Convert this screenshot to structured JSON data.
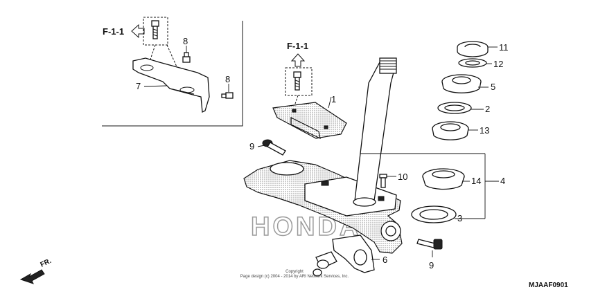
{
  "diagram": {
    "code": "MJAAF0901",
    "reference_top": "F-1-1",
    "reference_inset": "F-1-1",
    "direction": "FR.",
    "copyright_line1": "Copyright",
    "copyright_line2": "Page design (c) 2004 - 2014 by ARI Network Services, Inc.",
    "watermark": "HONDA"
  },
  "callouts": [
    {
      "id": "c1",
      "label": "1"
    },
    {
      "id": "c2",
      "label": "2"
    },
    {
      "id": "c3",
      "label": "3"
    },
    {
      "id": "c4",
      "label": "4"
    },
    {
      "id": "c5",
      "label": "5"
    },
    {
      "id": "c6",
      "label": "6"
    },
    {
      "id": "c7",
      "label": "7"
    },
    {
      "id": "c8a",
      "label": "8"
    },
    {
      "id": "c8b",
      "label": "8"
    },
    {
      "id": "c9a",
      "label": "9"
    },
    {
      "id": "c9b",
      "label": "9"
    },
    {
      "id": "c10",
      "label": "10"
    },
    {
      "id": "c11",
      "label": "11"
    },
    {
      "id": "c12",
      "label": "12"
    },
    {
      "id": "c13",
      "label": "13"
    },
    {
      "id": "c14",
      "label": "14"
    }
  ]
}
